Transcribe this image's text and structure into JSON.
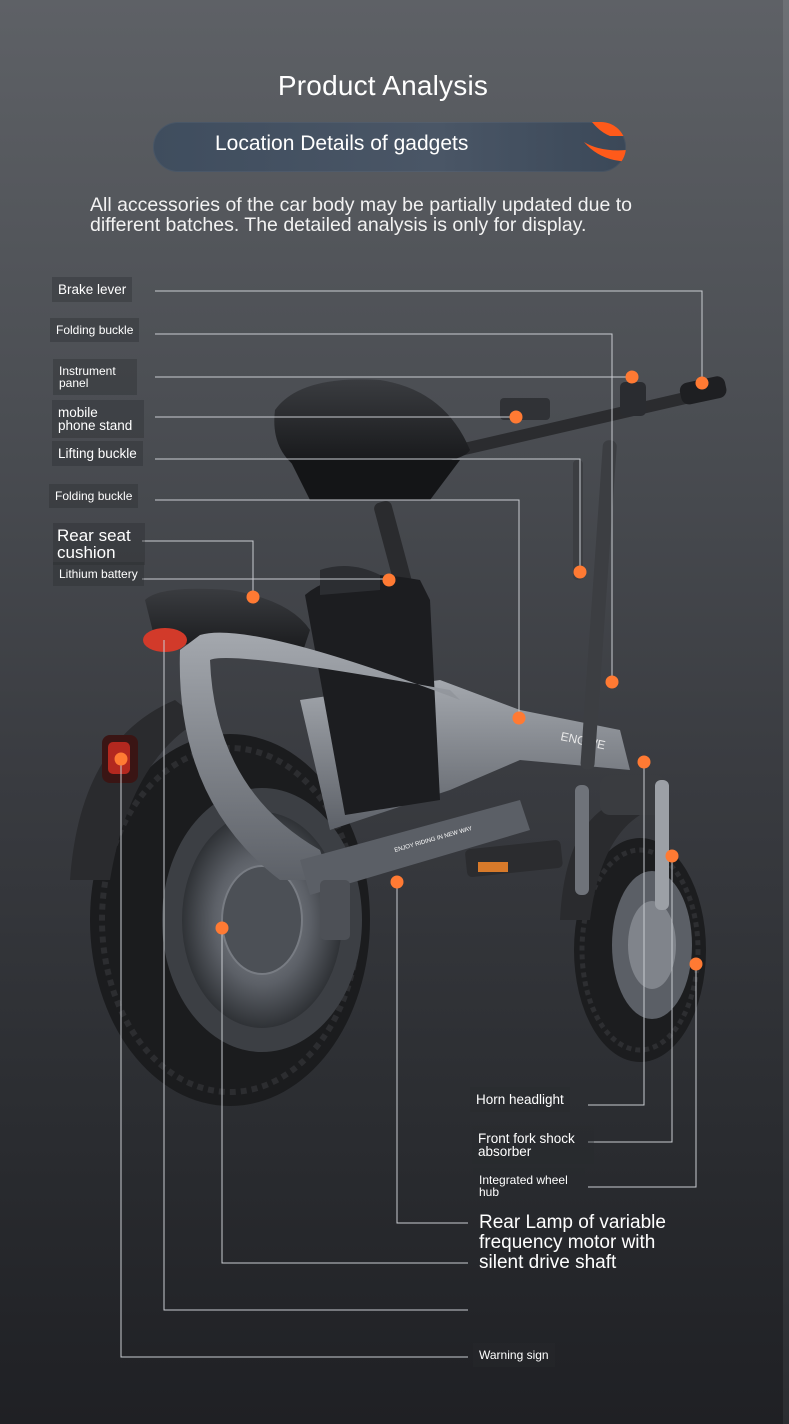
{
  "header": {
    "title": "Product Analysis",
    "pill_label": "Location Details of gadgets",
    "accent_color": "#ff5a1a"
  },
  "intro": {
    "text": "All accessories of the car body may be partially updated due to different batches. The detailed analysis is only for display."
  },
  "product": {
    "frame_text": "ENGWE",
    "chainguard_text": "ENJOY RIDING IN NEW WAY"
  },
  "callouts": {
    "brake_lever": "Brake lever",
    "folding_buckle_top": "Folding buckle",
    "instrument_panel": "Instrument panel",
    "mobile_phone_stand": "mobile phone stand",
    "lifting_buckle": "Lifting buckle",
    "folding_buckle_mid": "Folding buckle",
    "rear_seat_cushion": "Rear seat cushion",
    "lithium_battery": "Lithium battery",
    "horn_headlight": "Horn headlight",
    "front_fork": "Front fork shock absorber",
    "integrated_wheel_hub": "Integrated wheel hub",
    "rear_lamp_motor": "Rear Lamp of variable frequency motor with silent drive shaft",
    "warning_sign": "Warning sign"
  },
  "colors": {
    "marker": "#ff7a33",
    "leader_line": "#c9ccd1"
  }
}
